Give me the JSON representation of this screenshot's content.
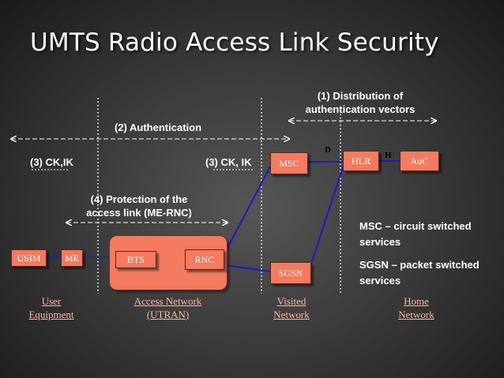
{
  "slide_title": "UMTS Radio Access Link Security",
  "labels": {
    "distribution_line1": "(1) Distribution of",
    "distribution_line2": "authentication vectors",
    "authentication": "(2) Authentication",
    "ckik_left": "(3) CK,IK",
    "ckik_right": "(3) CK, IK",
    "protection_line1": "(4) Protection of the",
    "protection_line2": "access link (ME-RNC)",
    "msc_note_line1": "MSC – circuit switched",
    "msc_note_line2": "services",
    "sgsn_note_line1": "SGSN – packet switched",
    "sgsn_note_line2": "services",
    "interface_d": "D",
    "interface_h": "H"
  },
  "nodes": {
    "usim": "USIM",
    "me": "ME",
    "bts": "BTS",
    "rnc": "RNC",
    "msc": "MSC",
    "sgsn": "SGSN",
    "hlr": "HLR",
    "auc": "AuC"
  },
  "domains": {
    "user_line1": "User",
    "user_line2": "Equipment",
    "access_line1": "Access Network",
    "access_line2": "(UTRAN)",
    "visited_line1": "Visited",
    "visited_line2": "Network",
    "home_line1": "Home",
    "home_line2": "Network"
  },
  "colors": {
    "node_fill": "#f47a60",
    "link_color": "#1a1acc",
    "caption_color": "#ffb49a"
  }
}
